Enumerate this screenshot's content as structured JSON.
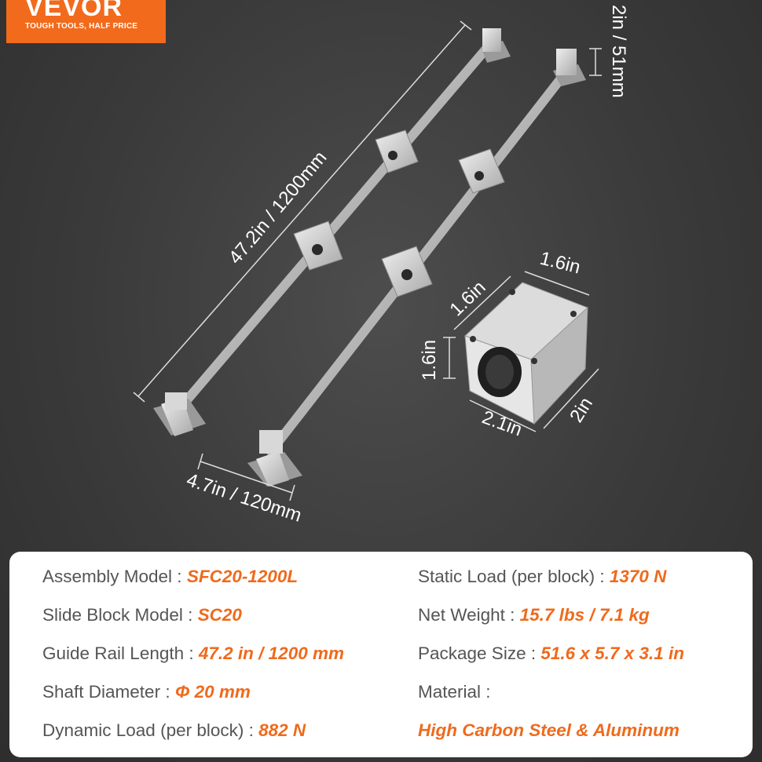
{
  "logo": {
    "brand": "VEVOR",
    "tagline": "TOUGH TOOLS, HALF PRICE"
  },
  "dimensions": {
    "rail_length": "47.2in / 1200mm",
    "support_height": "2in / 51mm",
    "rail_spacing": "4.7in / 120mm",
    "block_width_top": "1.6in",
    "block_depth_top": "1.6in",
    "block_height": "1.6in",
    "block_length": "2.1in",
    "block_depth": "2in"
  },
  "specs": {
    "left": [
      {
        "label": "Assembly Model : ",
        "value": "SFC20-1200L"
      },
      {
        "label": "Slide Block Model : ",
        "value": "SC20"
      },
      {
        "label": "Guide Rail Length : ",
        "value": "47.2 in / 1200 mm"
      },
      {
        "label": "Shaft Diameter : ",
        "value": "Φ 20 mm"
      },
      {
        "label": "Dynamic Load (per block) : ",
        "value": "882 N"
      }
    ],
    "right": [
      {
        "label": "Static Load (per block) : ",
        "value": "1370 N"
      },
      {
        "label": "Net Weight : ",
        "value": "15.7 lbs / 7.1 kg"
      },
      {
        "label": "Package Size : ",
        "value": "51.6 x 5.7 x 3.1 in"
      },
      {
        "label": "Material : ",
        "value": ""
      },
      {
        "label": "",
        "value": "High Carbon Steel & Aluminum"
      }
    ]
  },
  "colors": {
    "accent": "#f26a1b",
    "value_text": "#ef6a1c",
    "label_text": "#555555",
    "background": "#3a3a3a"
  }
}
